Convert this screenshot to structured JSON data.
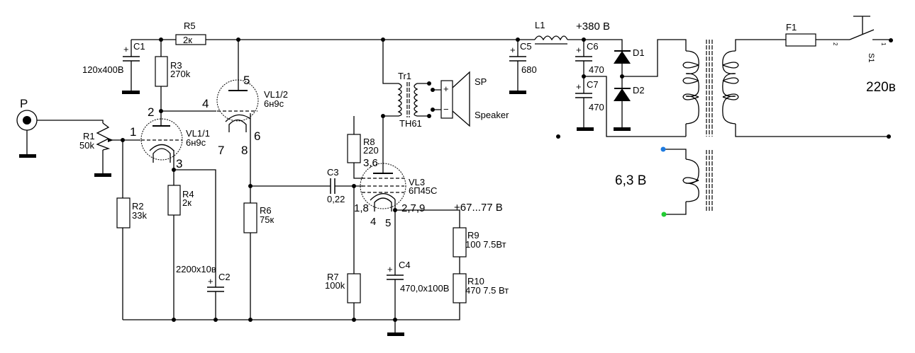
{
  "labels": {
    "P": "P",
    "R1": "R1",
    "R1v": "50k",
    "R2": "R2",
    "R2v": "33k",
    "R3": "R3",
    "R3v": "270k",
    "R4": "R4",
    "R4v": "2к",
    "R5": "R5",
    "R5v": "2к",
    "R6": "R6",
    "R6v": "75к",
    "R7": "R7",
    "R7v": "100k",
    "R8": "R8",
    "R8v": "220",
    "R9": "R9",
    "R9v": "100 7.5Вт",
    "R10": "R10",
    "R10v": "470 7.5 Вт",
    "C1": "C1",
    "C1v": "120x400B",
    "C2": "C2",
    "C2v": "2200x10в",
    "C3": "C3",
    "C3v": "0,22",
    "C4": "C4",
    "C4v": "470,0x100В",
    "C5": "C5",
    "C5v": "680",
    "C6": "C6",
    "C6v": "470",
    "C7": "C7",
    "C7v": "470",
    "VL11": "VL1/1",
    "VL11t": "6н9с",
    "VL12": "VL1/2",
    "VL12t": "6н9с",
    "VL3": "VL3",
    "VL3t": "6П45С",
    "Tr1": "Tr1",
    "Tr1t": "TH61",
    "SP": "SP",
    "Speaker": "Speaker",
    "plus": "+",
    "minus": "−",
    "L1": "L1",
    "V380": "+380 В",
    "V67": "+67...77 В",
    "D1": "D1",
    "D2": "D2",
    "F1": "F1",
    "S1": "S1",
    "S1p1": "1",
    "S1p2": "2",
    "V220": "220в",
    "V63": "6,3 В"
  },
  "pins": {
    "p1": "1",
    "p2": "2",
    "p3": "3",
    "p4": "4",
    "p5": "5",
    "p6": "6",
    "p7": "7",
    "p8": "8",
    "vl3_36": "3,6",
    "vl3_18": "1,8",
    "vl3_279": "2,7,9",
    "vl3_4": "4",
    "vl3_5": "5"
  },
  "colors": {
    "wire": "#000000",
    "filament_a": "#1e7be0",
    "filament_b": "#22cc33"
  }
}
